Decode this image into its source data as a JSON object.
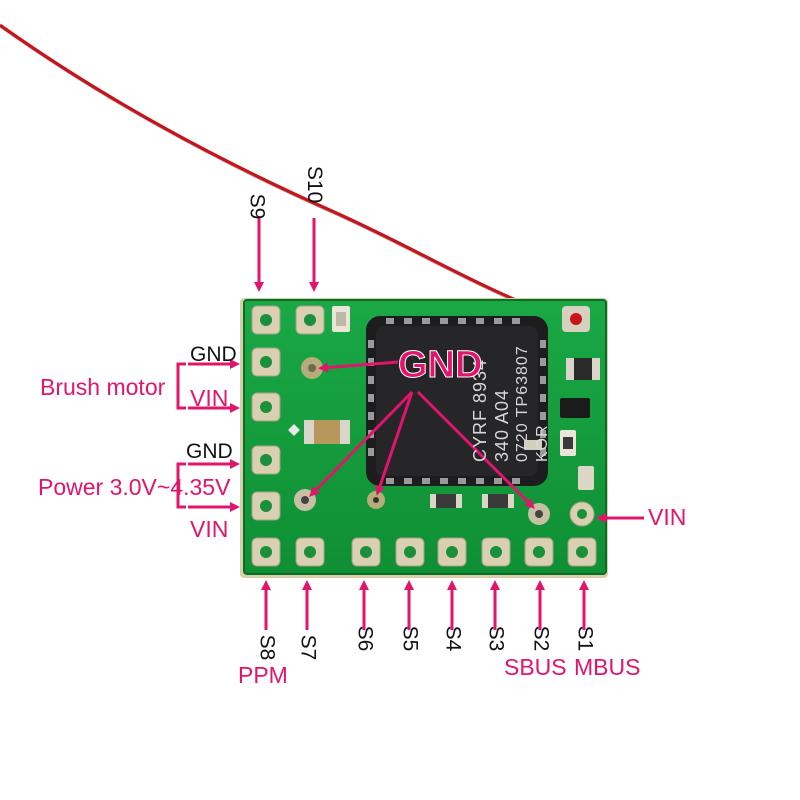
{
  "board": {
    "center_label": "GND",
    "chip_marking": [
      "CYRF 8934",
      "340 A04",
      "0720 TP63807",
      "KOR"
    ]
  },
  "left_labels": {
    "gnd_top": "GND",
    "brush_motor": "Brush motor",
    "vin_top": "VIN",
    "gnd_bottom": "GND",
    "power": "Power 3.0V~4.35V",
    "vin_bottom": "VIN"
  },
  "right_labels": {
    "vin": "VIN"
  },
  "top_pins": {
    "s9": "S9",
    "s10": "S10"
  },
  "bottom_pins": {
    "s8": "S8",
    "s7": "S7",
    "s6": "S6",
    "s5": "S5",
    "s4": "S4",
    "s3": "S3",
    "s2": "S2",
    "s1": "S1"
  },
  "bottom_extra": {
    "ppm": "PPM",
    "sbus": "SBUS",
    "mbus": "MBUS"
  },
  "colors": {
    "accent": "#e0156b",
    "pcb": "#12a23c",
    "wire": "#c7141a",
    "chip": "#1d1d1f"
  }
}
